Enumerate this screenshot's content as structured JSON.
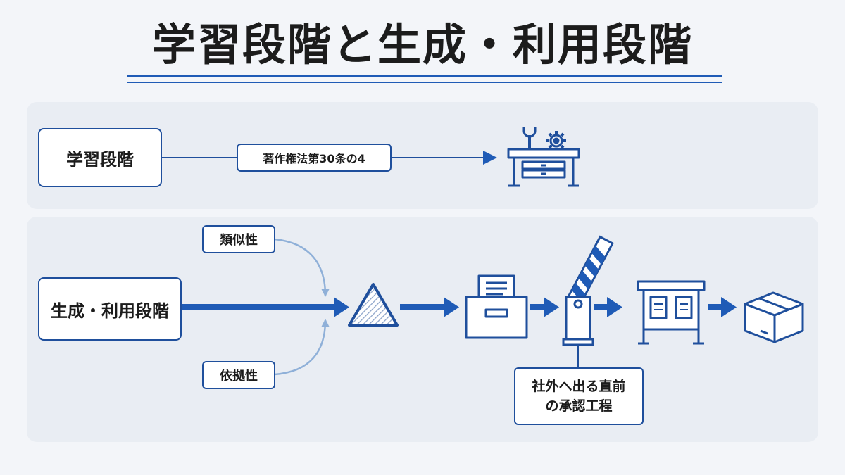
{
  "title": "学習段階と生成・利用段階",
  "learning_stage": {
    "label": "学習段階",
    "law": "著作権法第30条の4"
  },
  "generation_stage": {
    "label": "生成・利用段階",
    "similarity": "類似性",
    "dependency": "依拠性",
    "approval_note_line1": "社外へ出る直前",
    "approval_note_line2": "の承認工程"
  },
  "icons": [
    "workbench-tools-icon",
    "warning-triangle-icon",
    "document-tray-icon",
    "gate-barrier-icon",
    "review-board-icon",
    "package-box-icon"
  ],
  "colors": {
    "accent": "#1f5bb6",
    "dark_blue": "#1f4f9c",
    "light_arrow": "#8fb0d8"
  }
}
